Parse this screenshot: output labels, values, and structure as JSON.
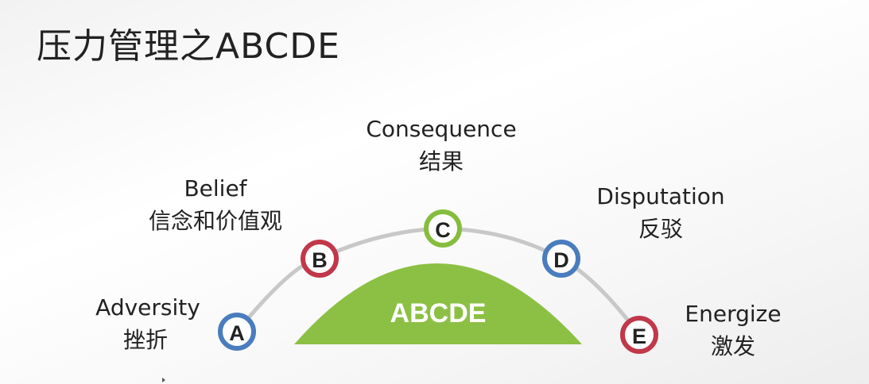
{
  "slide": {
    "title": "压力管理之ABCDE"
  },
  "diagram": {
    "center_label": "ABCDE",
    "nodes": [
      {
        "letter": "A",
        "en": "Adversity",
        "zh": "挫折",
        "color": "#4a7dbe"
      },
      {
        "letter": "B",
        "en": "Belief",
        "zh": "信念和价值观",
        "color": "#c0384a"
      },
      {
        "letter": "C",
        "en": "Consequence",
        "zh": "结果",
        "color": "#86bd3e"
      },
      {
        "letter": "D",
        "en": "Disputation",
        "zh": "反驳",
        "color": "#4a7dbe"
      },
      {
        "letter": "E",
        "en": "Energize",
        "zh": "激发",
        "color": "#c0384a"
      }
    ],
    "colors": {
      "dome": "#8cc044",
      "arc": "#c8c8c8",
      "center_text": "#ffffff"
    }
  }
}
